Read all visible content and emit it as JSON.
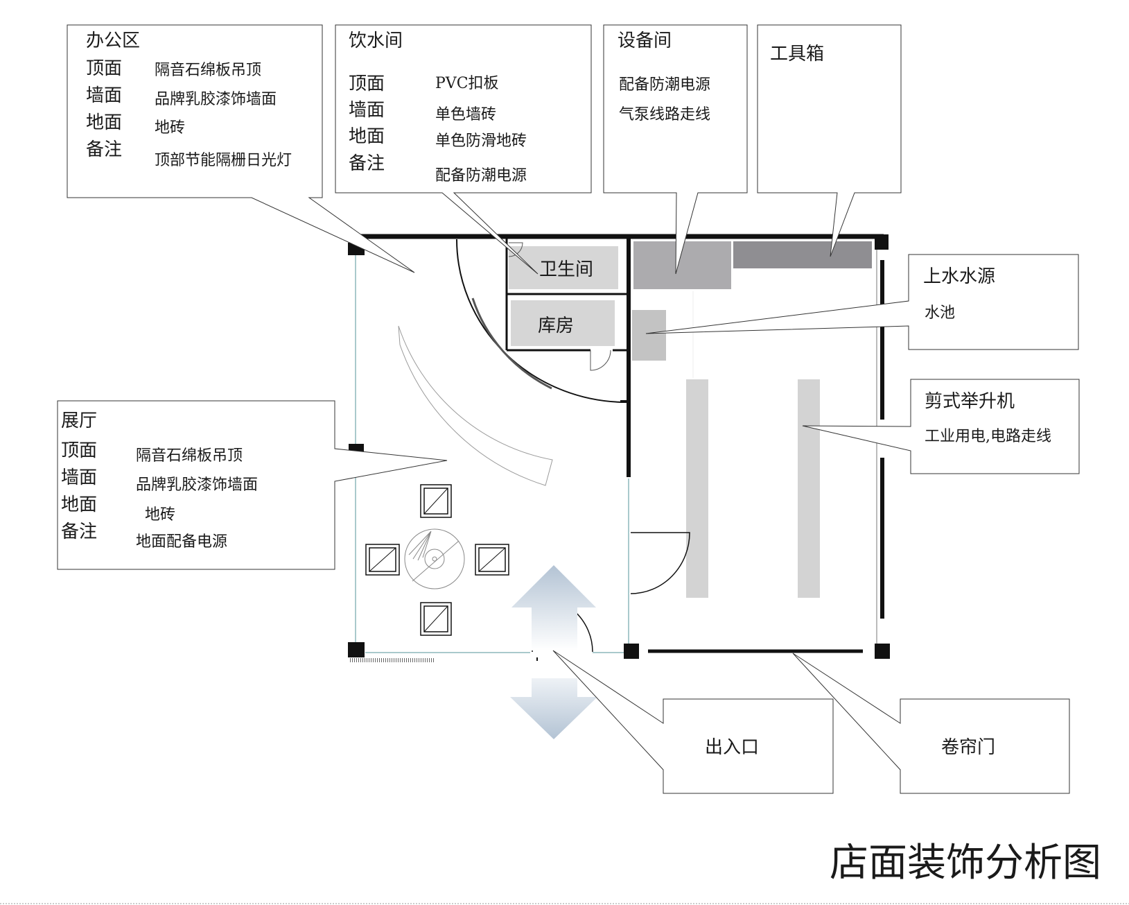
{
  "title": "店面装饰分析图",
  "colors": {
    "wall": "#111111",
    "room_fill": "#d6d6d6",
    "equipment_dark": "#8f8e92",
    "equipment_mid": "#acabae",
    "lift_bar": "#d3d3d3",
    "arrow": "#b8c8d8",
    "glass": "#a9c9cc"
  },
  "callouts": {
    "office": {
      "heading": "办公区",
      "rows": [
        {
          "label": "顶面",
          "value": "隔音石绵板吊顶"
        },
        {
          "label": "墙面",
          "value": "品牌乳胶漆饰墙面"
        },
        {
          "label": "地面",
          "value": "地砖"
        },
        {
          "label": "备注",
          "value": "顶部节能隔栅日光灯"
        }
      ]
    },
    "water_room": {
      "heading": "饮水间",
      "rows": [
        {
          "label": "顶面",
          "value": "PVC扣板"
        },
        {
          "label": "墙面",
          "value": "单色墙砖"
        },
        {
          "label": "地面",
          "value": "单色防滑地砖"
        },
        {
          "label": "备注",
          "value": "配备防潮电源"
        }
      ]
    },
    "equipment_room": {
      "heading": "设备间",
      "lines": [
        "配备防潮电源",
        "气泵线路走线"
      ]
    },
    "toolbox": {
      "heading": "工具箱"
    },
    "water_supply": {
      "heading": "上水水源",
      "lines": [
        "水池"
      ]
    },
    "lift": {
      "heading": "剪式举升机",
      "lines": [
        "工业用电,电路走线"
      ]
    },
    "showroom": {
      "heading": "展厅",
      "rows": [
        {
          "label": "顶面",
          "value": "隔音石绵板吊顶"
        },
        {
          "label": "墙面",
          "value": "品牌乳胶漆饰墙面"
        },
        {
          "label": "地面",
          "value": "地砖"
        },
        {
          "label": "备注",
          "value": "地面配备电源"
        }
      ]
    },
    "entrance": {
      "heading": "出入口"
    },
    "rolling_door": {
      "heading": "卷帘门"
    }
  },
  "rooms": {
    "restroom": "卫生间",
    "storage": "库房"
  }
}
